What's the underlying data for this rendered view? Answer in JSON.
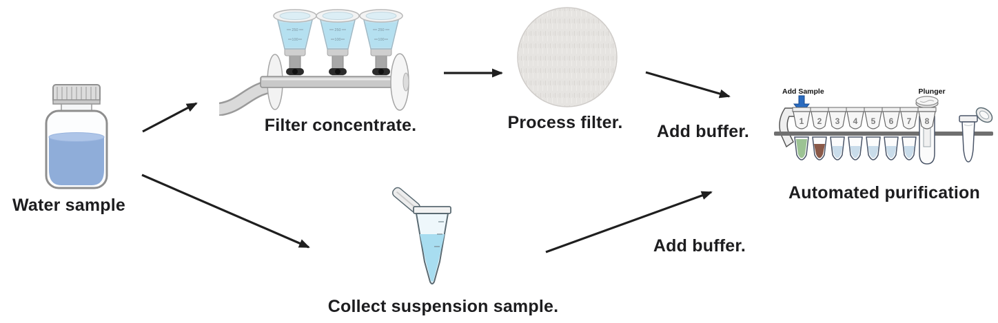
{
  "labels": {
    "water_sample": "Water sample",
    "filter_concentrate": "Filter concentrate.",
    "process_filter": "Process filter.",
    "add_buffer_top": "Add buffer.",
    "add_buffer_bottom": "Add buffer.",
    "collect_suspension": "Collect suspension sample.",
    "automated_purification": "Automated purification"
  },
  "funnels": {
    "graduations": [
      "250",
      "100"
    ]
  },
  "purification_device": {
    "add_sample_label": "Add Sample",
    "plunger_label": "Plunger",
    "tubes": [
      {
        "number": "1",
        "liquid_color": "#9cc394"
      },
      {
        "number": "2",
        "liquid_color": "#8a5948"
      },
      {
        "number": "3",
        "liquid_color": "#c9dcea"
      },
      {
        "number": "4",
        "liquid_color": "#c9dcea"
      },
      {
        "number": "5",
        "liquid_color": "#c9dcea"
      },
      {
        "number": "6",
        "liquid_color": "#c9dcea"
      },
      {
        "number": "7",
        "liquid_color": "#c9dcea"
      },
      {
        "number": "8",
        "liquid_color": null
      }
    ]
  },
  "colors": {
    "arrow": "#1f1f1f",
    "text": "#1d1d1f",
    "water": "#8fadd9",
    "water_surface": "#aec5e8",
    "funnel_liquid": "#b5e0f0",
    "tube_liquid": "#a8ddf0",
    "filter_disc": "#e6e4e1",
    "add_sample_arrow": "#2a6bbf"
  }
}
